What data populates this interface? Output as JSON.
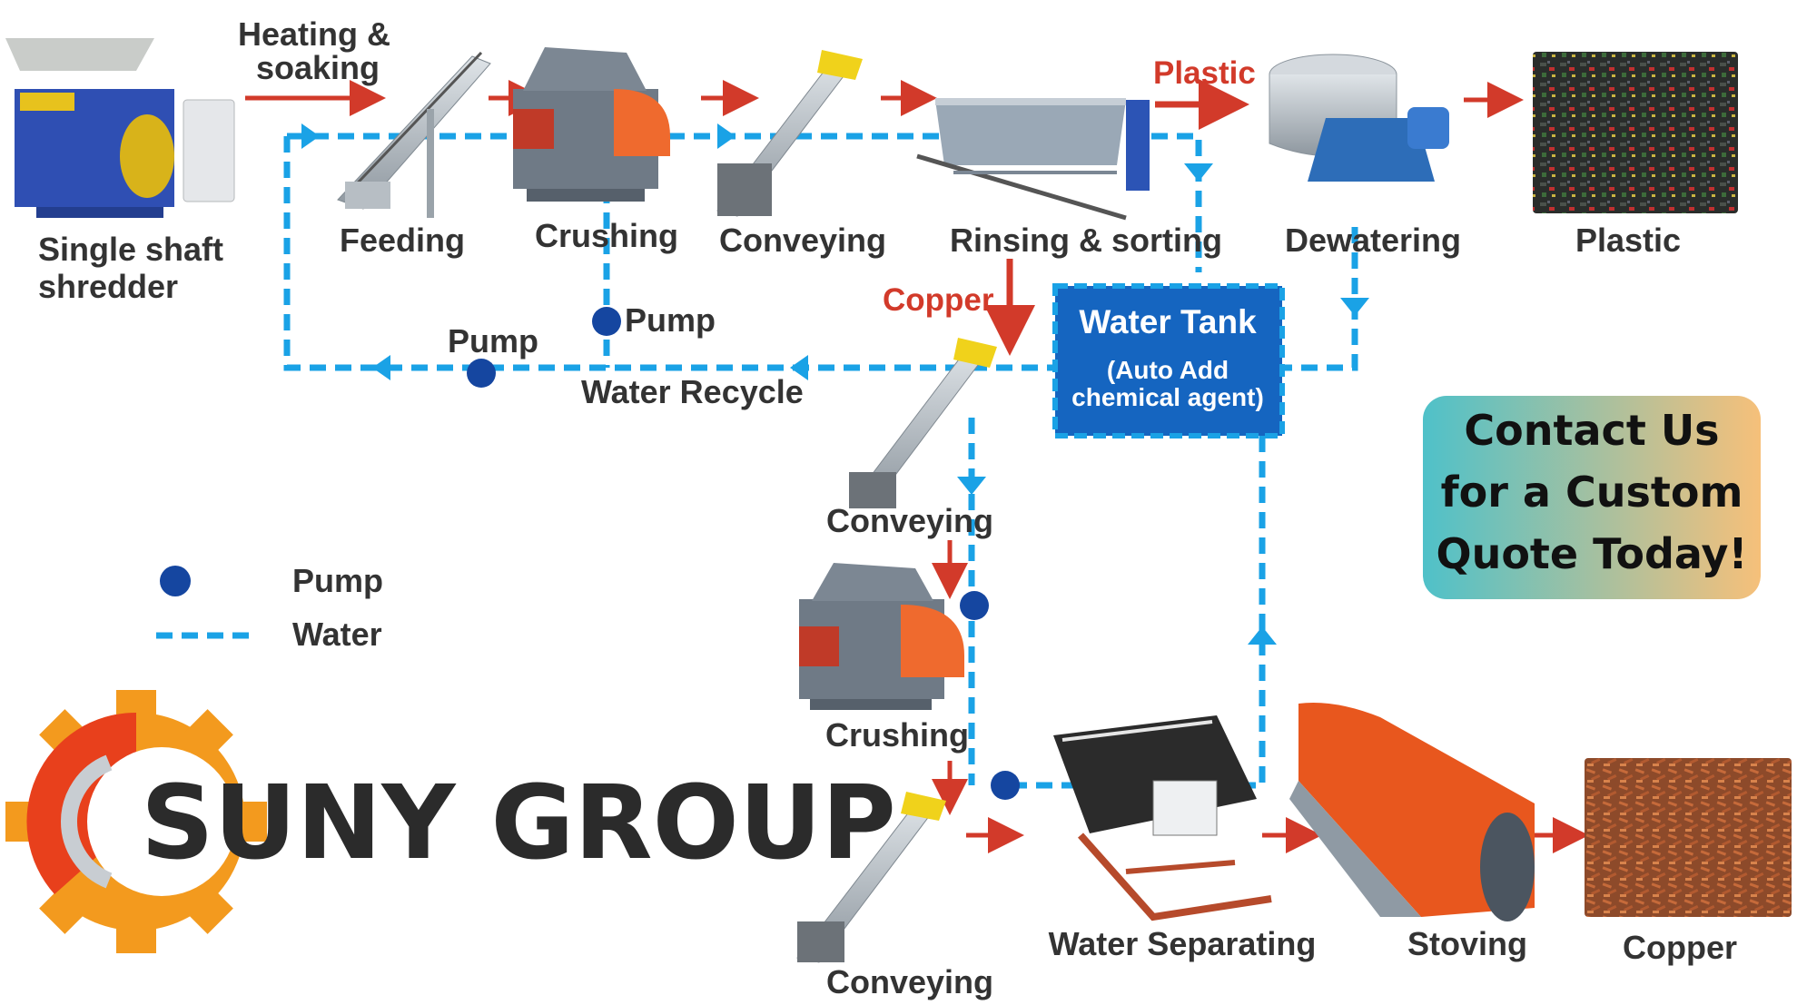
{
  "colors": {
    "water": "#1aa2e6",
    "pump": "#1546a0",
    "flow_arrow": "#d23a2a",
    "tank_fill": "#1565c0",
    "cta_gradient_start": "#4fc1c9",
    "cta_gradient_end": "#f6c07a",
    "logo_gear_orange": "#f39a1e",
    "logo_gear_red": "#e8401c",
    "logo_text": "#2b2b2b"
  },
  "top_row": {
    "heating_soaking": [
      "Heating &",
      "soaking"
    ],
    "shredder": [
      "Single shaft",
      "shredder"
    ],
    "feeding": "Feeding",
    "crushing": "Crushing",
    "conveying": "Conveying",
    "rinsing_sorting": "Rinsing & sorting",
    "plastic_flow": "Plastic",
    "dewatering": "Dewatering",
    "plastic_output": "Plastic"
  },
  "middle": {
    "copper_flow": "Copper",
    "pump_upper": "Pump",
    "pump_left": "Pump",
    "water_recycle": "Water Recycle",
    "water_tank": {
      "title": "Water Tank",
      "subtitle_1": "(Auto Add",
      "subtitle_2": "chemical agent)"
    }
  },
  "copper_line": {
    "conveying_1": "Conveying",
    "crushing": "Crushing",
    "conveying_2": "Conveying",
    "water_separating": "Water Separating",
    "stoving": "Stoving",
    "copper_output": "Copper"
  },
  "legend": {
    "pump": "Pump",
    "water": "Water"
  },
  "cta": {
    "line1": "Contact Us",
    "line2": "for a Custom",
    "line3": "Quote Today!"
  },
  "logo": {
    "text": "SUNY GROUP"
  },
  "icons": {
    "shredder": "shredder-machine-icon",
    "feeding": "belt-conveyor-icon",
    "crusher": "crusher-machine-icon",
    "screw_conveyor": "screw-conveyor-icon",
    "rinsing": "rinsing-tank-icon",
    "dewatering": "centrifuge-dryer-icon",
    "shaking_table": "shaking-table-icon",
    "dryer": "drum-dryer-icon",
    "plastic_granules": "plastic-granules-icon",
    "copper_granules": "copper-granules-icon",
    "pump": "pump-dot-icon",
    "gear": "gear-logo-icon"
  }
}
